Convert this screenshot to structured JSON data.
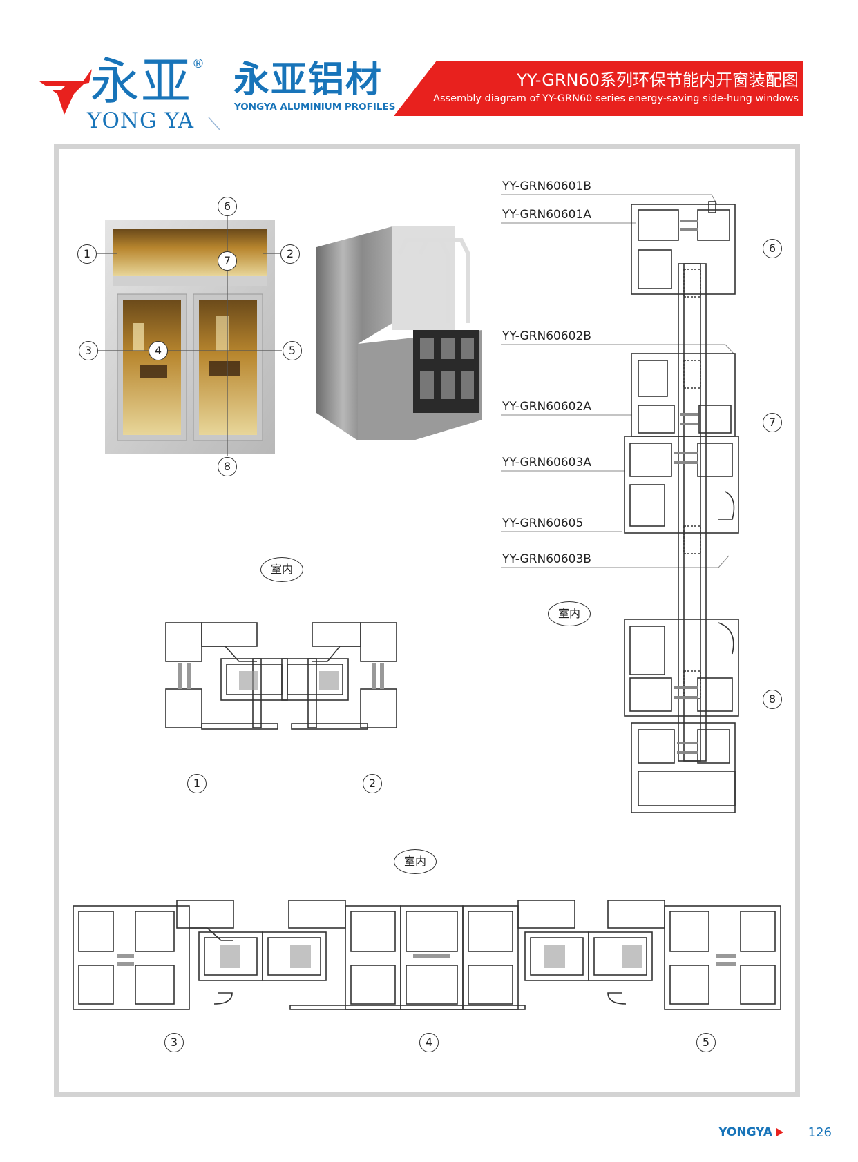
{
  "brand": {
    "cn": "永亚",
    "reg": "®",
    "en": "YONG YA",
    "cn2": "永亚铝材",
    "en2": "YONGYA ALUMINIUM PROFILES"
  },
  "banner": {
    "title": "YY-GRN60系列环保节能内开窗装配图",
    "subtitle": "Assembly diagram of YY-GRN60 series energy-saving side-hung windows"
  },
  "colors": {
    "brand_blue": "#1874b9",
    "banner_red": "#e8211e",
    "frame_gray": "#d3d3d3"
  },
  "part_labels": [
    "YY-GRN60601B",
    "YY-GRN60601A",
    "YY-GRN60602B",
    "YY-GRN60602A",
    "YY-GRN60603A",
    "YY-GRN60605",
    "YY-GRN60603B"
  ],
  "callouts": {
    "n1": "1",
    "n2": "2",
    "n3": "3",
    "n4": "4",
    "n5": "5",
    "n6": "6",
    "n7": "7",
    "n8": "8"
  },
  "indoor_label": "室内",
  "footer": {
    "brand": "YONGYA",
    "page": "126"
  }
}
